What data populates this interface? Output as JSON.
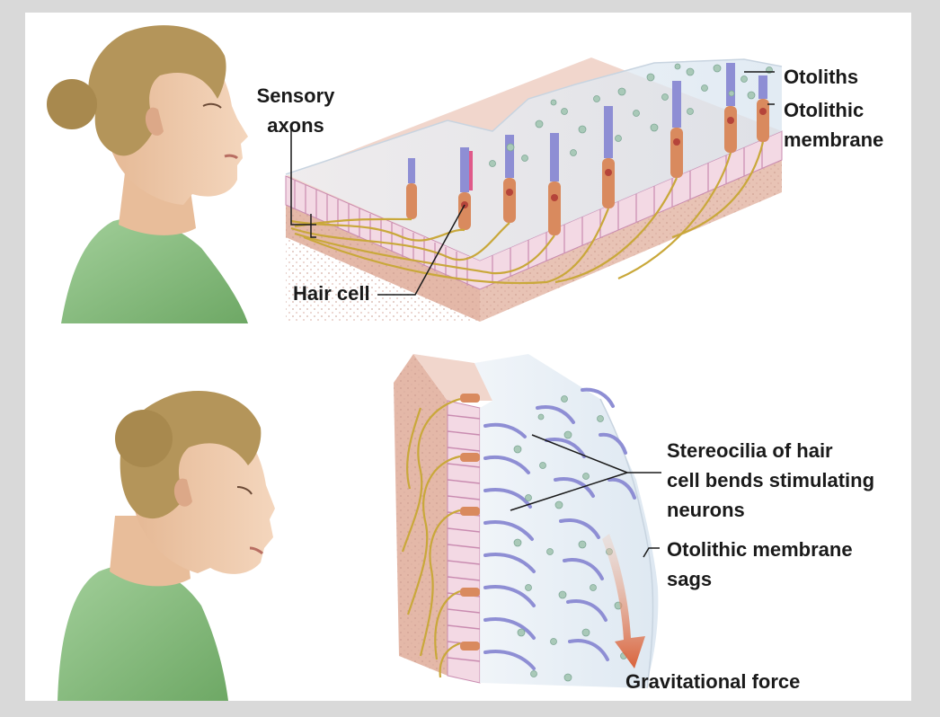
{
  "labels": {
    "sensory_axons": "Sensory\naxons",
    "otoliths": "Otoliths",
    "otolithic_membrane": "Otolithic\nmembrane",
    "hair_cell": "Hair cell",
    "stereocilia": "Stereocilia of hair\ncell bends stimulating\nneurons",
    "membrane_sags": "Otolithic membrane\nsags",
    "gravitational_force": "Gravitational force"
  },
  "colors": {
    "page_background": "#d9d9d9",
    "skin": "#efc9a8",
    "hair": "#b89a5c",
    "shirt": "#8cbf86",
    "tissue": "#e8c3b5",
    "hair_cell_body": "#d98a5e",
    "stereocilia": "#8e8ed4",
    "nerve_fiber": "#c9a83a",
    "membrane": "#dfe8f2",
    "otolith": "#a9c9b8",
    "arrow": "#d9623a"
  }
}
